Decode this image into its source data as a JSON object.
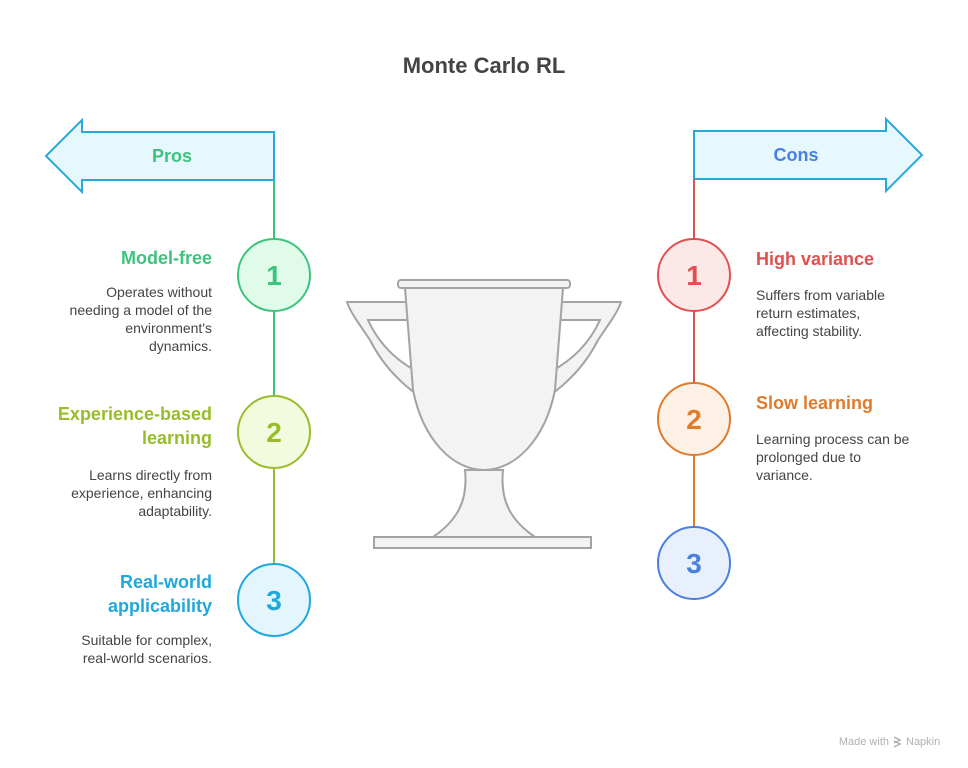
{
  "title": "Monte Carlo RL",
  "pros": {
    "label": "Pros",
    "items": [
      {
        "number": "1",
        "title": [
          "Model-free"
        ],
        "description": [
          "Operates without",
          "needing a model of the",
          "environment's",
          "dynamics."
        ],
        "color": "#3cc47c",
        "fill": "#e0fbea"
      },
      {
        "number": "2",
        "title": [
          "Experience-based",
          "learning"
        ],
        "description": [
          "Learns directly from",
          "experience, enhancing",
          "adaptability."
        ],
        "color": "#98bd2a",
        "fill": "#f3fbde"
      },
      {
        "number": "3",
        "title": [
          "Real-world",
          "applicability"
        ],
        "description": [
          "Suitable for complex,",
          "real-world scenarios."
        ],
        "color": "#1fa8dc",
        "fill": "#e3f6fd"
      }
    ]
  },
  "cons": {
    "label": "Cons",
    "items": [
      {
        "number": "1",
        "title": [
          "High variance"
        ],
        "description": [
          "Suffers from variable",
          "return estimates,",
          "affecting stability."
        ],
        "color": "#e0504f",
        "fill": "#fde8e8"
      },
      {
        "number": "2",
        "title": [
          "Slow learning"
        ],
        "description": [
          "Learning process can be",
          "prolonged due to",
          "variance."
        ],
        "color": "#e07b2b",
        "fill": "#fdf1e6"
      },
      {
        "number": "3",
        "title": [],
        "description": [],
        "color": "#4a7fe0",
        "fill": "#e9f0fd"
      }
    ]
  },
  "footer": {
    "made_with": "Made with",
    "brand": "Napkin"
  }
}
